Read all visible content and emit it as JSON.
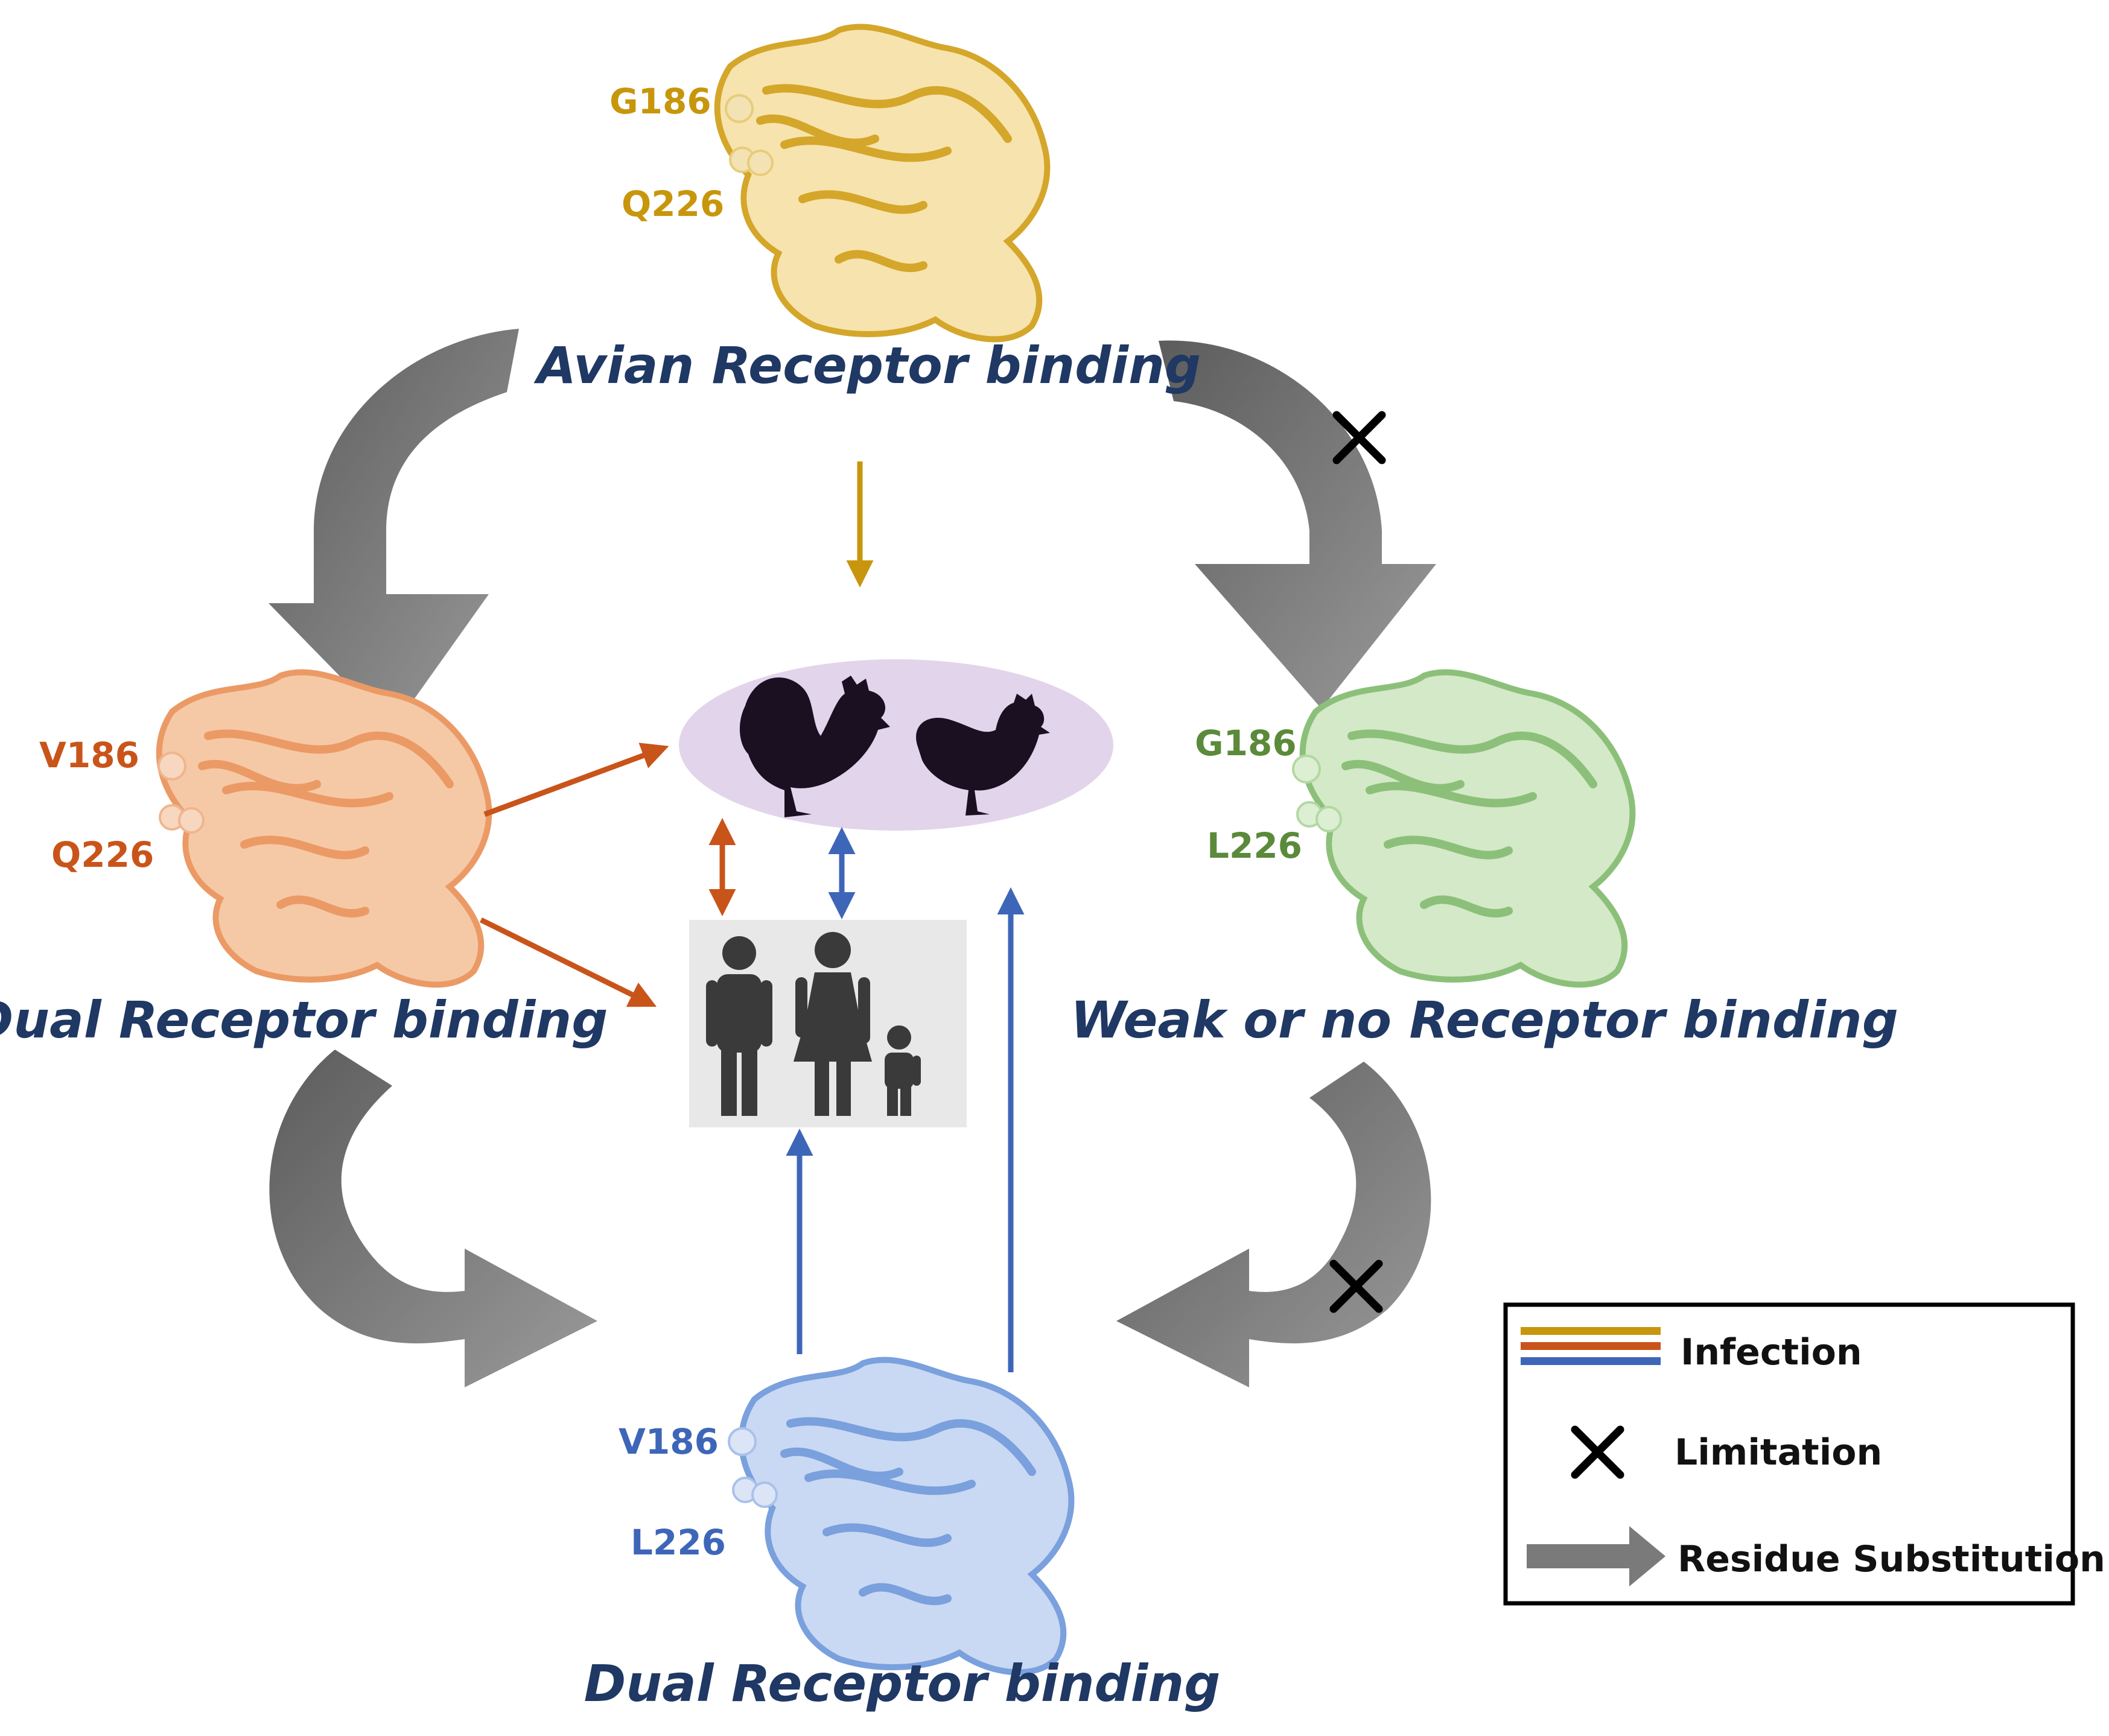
{
  "colors": {
    "avian": "#d4a62a",
    "avian_arrow": "#c8960c",
    "dual_orange": "#c9541a",
    "protein_orange": "#eb9a66",
    "weak_green": "#5a8a3a",
    "protein_green": "#8cc07a",
    "dual_blue": "#3e66b8",
    "protein_blue": "#7aa0dd",
    "title_navy": "#1f3864",
    "substitution_gray": "#7a7a7a",
    "host_ellipse": "#e2d4ea",
    "human_box": "#e8e8e8",
    "silhouette": "#1a1022",
    "human_silhouette": "#3a3a3a"
  },
  "top": {
    "title": "Avian Receptor binding",
    "residue_a": "G186",
    "residue_b": "Q226"
  },
  "left": {
    "title": "Dual Receptor binding",
    "residue_a": "V186",
    "residue_b": "Q226"
  },
  "right": {
    "title": "Weak or no Receptor binding",
    "residue_a": "G186",
    "residue_b": "L226"
  },
  "bottom": {
    "title": "Dual Receptor binding",
    "residue_a": "V186",
    "residue_b": "L226"
  },
  "center": {
    "birds_icon": "rooster-and-hen-icon",
    "humans_icon": "family-icon"
  },
  "legend": {
    "infection_label": "Infection",
    "limitation_label": "Limitation",
    "substitution_label": "Residue Substitution",
    "limitation_icon": "x-mark-icon",
    "substitution_icon": "gray-arrow-icon"
  }
}
